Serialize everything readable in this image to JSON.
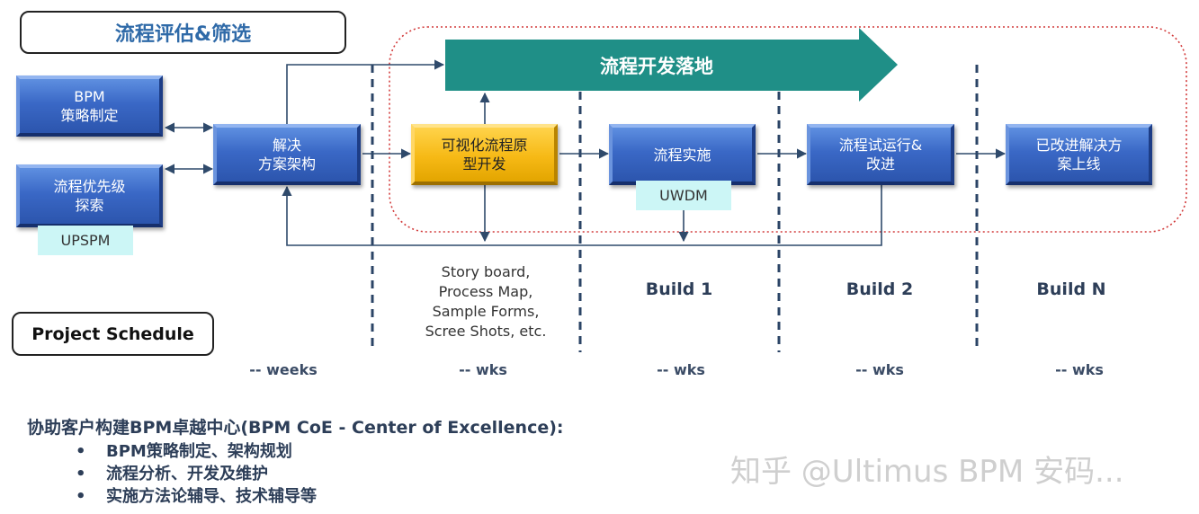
{
  "header": {
    "top_title": "流程评估&筛选",
    "schedule_title": "Project Schedule"
  },
  "arrow": {
    "label": "流程开发落地",
    "color": "#1f8f87"
  },
  "boxes": {
    "bpm_strategy": "BPM\n策略制定",
    "priority": "流程优先级\n探索",
    "solution": "解决\n方案架构",
    "prototype": "可视化流程原\n型开发",
    "implement": "流程实施",
    "trial": "流程试运行&\n改进",
    "golive": "已改进解决方\n案上线"
  },
  "tags": {
    "upspm": "UPSPM",
    "uwdm": "UWDM"
  },
  "deliverables": "Story board,\nProcess Map,\nSample Forms,\nScree Shots, etc.",
  "builds": [
    "Build 1",
    "Build 2",
    "Build N"
  ],
  "durations": [
    "-- weeks",
    "-- wks",
    "-- wks",
    "-- wks",
    "-- wks"
  ],
  "coe": {
    "title": "协助客户构建BPM卓越中心(BPM CoE -  Center of Excellence):",
    "items": [
      "BPM策略制定、架构规划",
      "流程分析、开发及维护",
      "实施方法论辅导、技术辅导等"
    ]
  },
  "watermark": "知乎 @Ultimus BPM 安码...",
  "colors": {
    "blue_box": "#3a68c6",
    "yellow_box": "#f6b915",
    "tag_bg": "#ccf6f6",
    "dashed_region": "#d23a3a",
    "connector": "#2f4a6b"
  }
}
